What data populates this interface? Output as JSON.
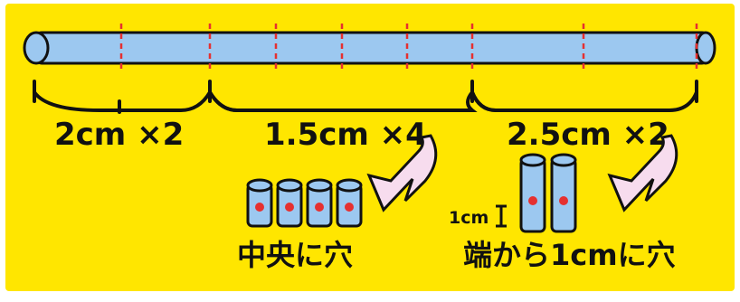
{
  "colors": {
    "background": "#ffe600",
    "tube": "#9cc8f0",
    "cut_line": "#e53030",
    "hole": "#e53030",
    "arrow_fill": "#f7dcee",
    "stroke": "#111111"
  },
  "segments": [
    {
      "label": "2cm ×2",
      "length_cm": 2,
      "count": 2
    },
    {
      "label": "1.5cm ×4",
      "length_cm": 1.5,
      "count": 4
    },
    {
      "label": "2.5cm ×2",
      "length_cm": 2.5,
      "count": 2
    }
  ],
  "pieces_center": {
    "count": 4,
    "caption": "中央に穴"
  },
  "pieces_end": {
    "count": 2,
    "caption": "端から1cmに穴",
    "dimension_label": "1cm"
  }
}
